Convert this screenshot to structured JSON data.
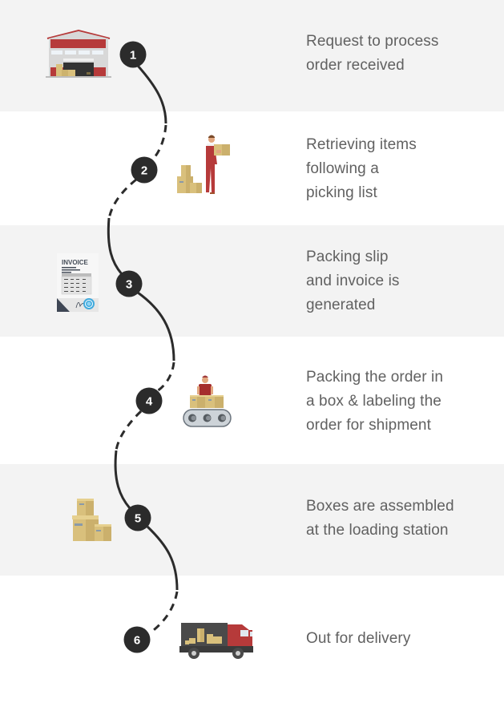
{
  "colors": {
    "band_gray": "#f3f3f3",
    "band_white": "#ffffff",
    "text": "#616161",
    "path": "#2b2b2b",
    "badge": "#2b2b2b",
    "accent_red": "#b63a3a",
    "box": "#d9c07c"
  },
  "steps": [
    {
      "number": "1",
      "lines": [
        "Request to process",
        "order received"
      ],
      "icon": "warehouse-icon"
    },
    {
      "number": "2",
      "lines": [
        "Retrieving items",
        "following a",
        "picking list"
      ],
      "icon": "worker-carrying-box-icon"
    },
    {
      "number": "3",
      "lines": [
        "Packing slip",
        "and invoice is",
        "generated"
      ],
      "icon": "invoice-icon",
      "icon_text": "INVOICE"
    },
    {
      "number": "4",
      "lines": [
        "Packing the order in",
        "a box & labeling the",
        "order for shipment"
      ],
      "icon": "conveyor-packing-icon"
    },
    {
      "number": "5",
      "lines": [
        "Boxes are assembled",
        "at the loading station"
      ],
      "icon": "stacked-boxes-icon"
    },
    {
      "number": "6",
      "lines": [
        "Out for delivery"
      ],
      "icon": "delivery-truck-icon"
    }
  ]
}
